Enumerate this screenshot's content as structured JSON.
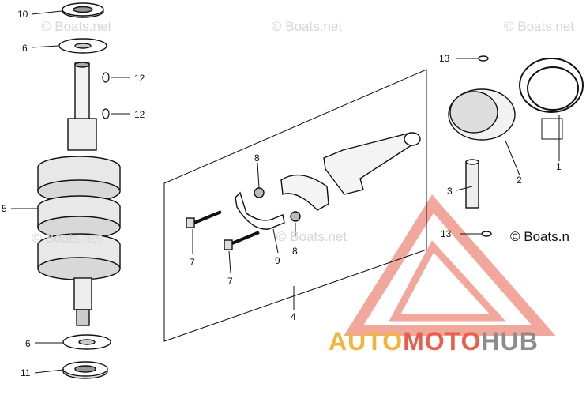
{
  "watermarks": [
    "© Boats.net",
    "© Boats.net",
    "© Boats.net",
    "© Boats.net",
    "© Boats.net"
  ],
  "copyright": "© Boats.n",
  "brand": {
    "part1": "AUTO",
    "part2": "MOTO",
    "part3": "HUB"
  },
  "callouts": {
    "c10": "10",
    "c6a": "6",
    "c12a": "12",
    "c12b": "12",
    "c5": "5",
    "c6b": "6",
    "c11": "11",
    "c8a": "8",
    "c8b": "8",
    "c7a": "7",
    "c7b": "7",
    "c9": "9",
    "c4": "4",
    "c13a": "13",
    "c13b": "13",
    "c3": "3",
    "c2": "2",
    "c1": "1"
  },
  "colors": {
    "line": "#111111",
    "logo_red": "#e8604d",
    "logo_orange": "#f3b33c",
    "logo_gray": "#8c8c8c"
  }
}
